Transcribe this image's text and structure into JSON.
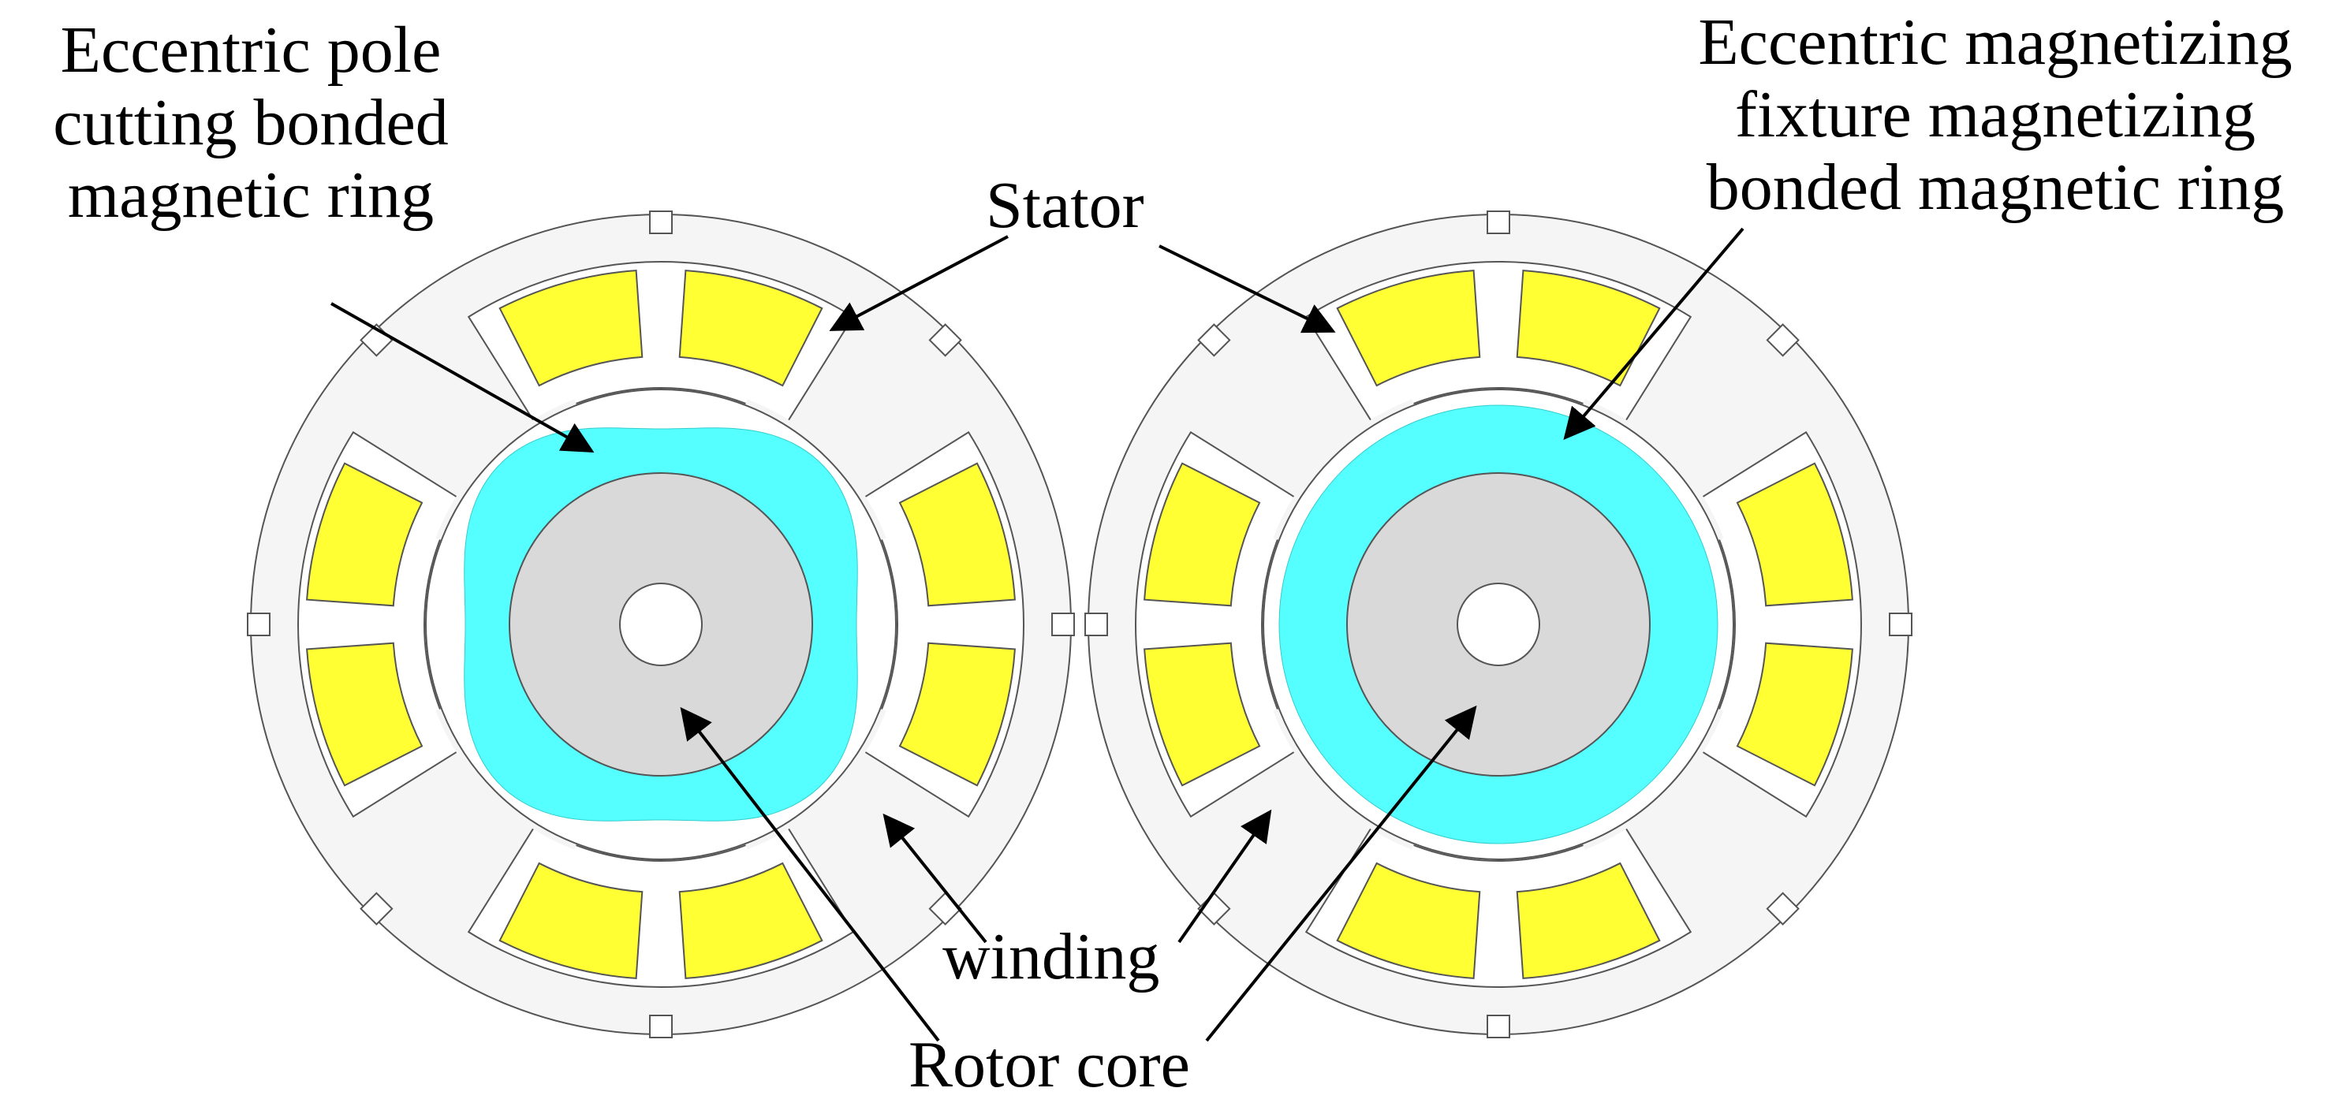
{
  "labels": {
    "left_title": [
      "Eccentric pole",
      "cutting bonded",
      "magnetic ring"
    ],
    "right_title": [
      "Eccentric magnetizing",
      "fixture magnetizing",
      "bonded magnetic ring"
    ],
    "stator": "Stator",
    "winding": "winding",
    "rotor_core": "Rotor core"
  },
  "colors": {
    "stator": "#f5f5f5",
    "stator_outline": "#555555",
    "winding": "#ffff33",
    "magnet_ring": "#55ffff",
    "rotor_core": "#d9d9da",
    "shaft": "#ffffff",
    "arrow": "#000000"
  }
}
